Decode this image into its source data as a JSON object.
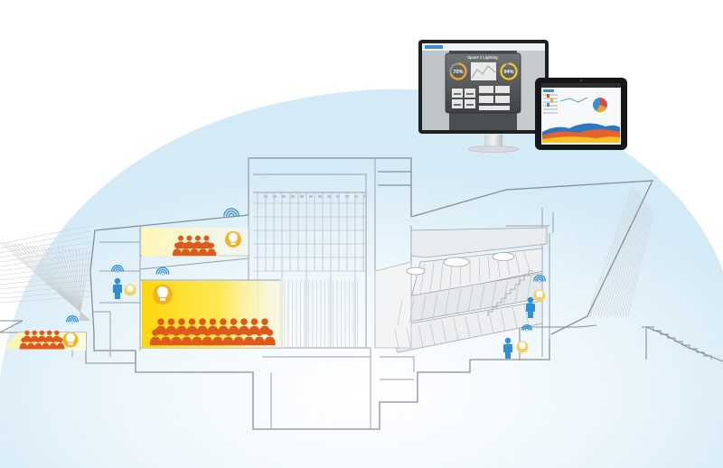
{
  "monitor": {
    "heading": "Space 1 Lighting",
    "gauge_left": "70%",
    "gauge_right": "94%"
  },
  "colors": {
    "wall_line": "#8a8f94",
    "glow_sky": "#d6ebf6",
    "warm_light": "#ffe23a",
    "pale_light": "#fff7b8",
    "occupant": "#de5a1a",
    "person_icon": "#2f8fd6",
    "bulb_fill": "#f5b120",
    "sensor_wave": "#2f8fd6"
  },
  "icons": [
    "monitor-icon",
    "tablet-icon",
    "light-bulb-icon",
    "person-icon",
    "wireless-signal-icon",
    "audience-icon"
  ]
}
